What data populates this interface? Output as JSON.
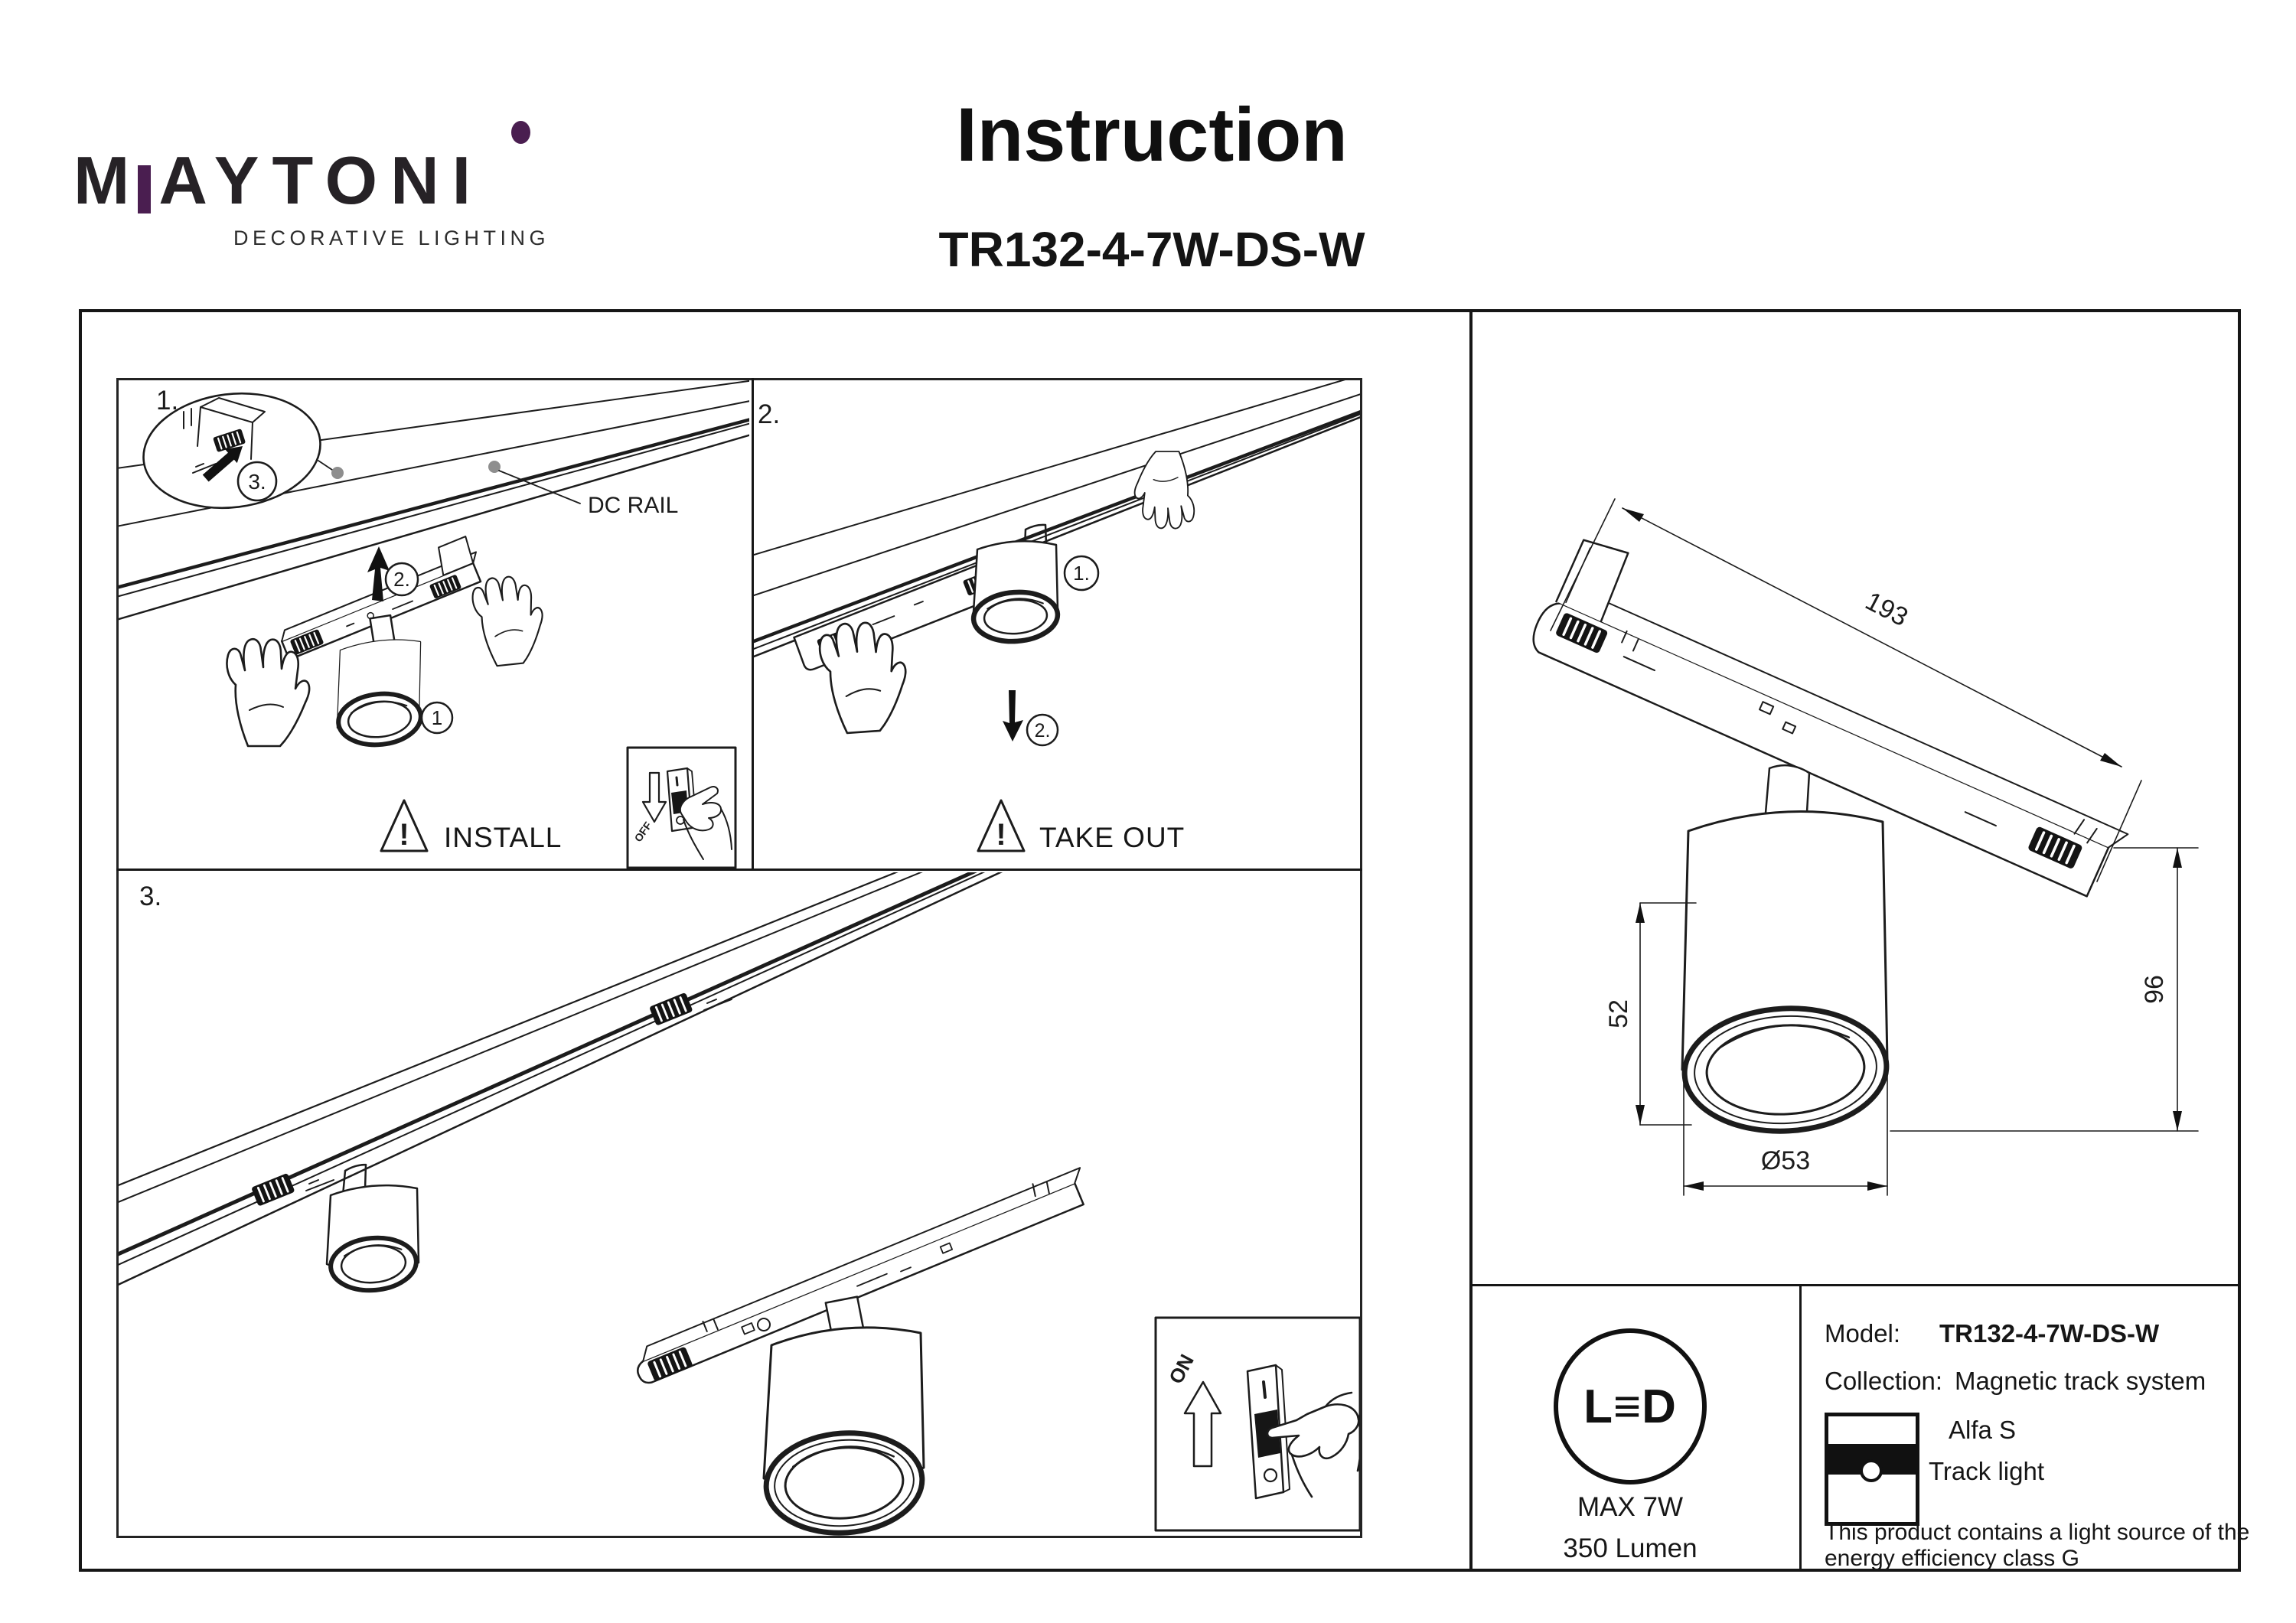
{
  "brand": {
    "logo_part1": "M",
    "logo_part2": "AYTONI",
    "tagline": "DECORATIVE LIGHTING",
    "accent_color": "#4a1e50"
  },
  "title": {
    "heading": "Instruction",
    "model": "TR132-4-7W-DS-W"
  },
  "steps": {
    "warning_mark": "!",
    "panel1": {
      "label": "1.",
      "detail_step": "3.",
      "rail_callout": "DC RAIL",
      "circle_lift": "2.",
      "circle_lamp": "1",
      "warning": "INSTALL",
      "switch": "OFF"
    },
    "panel2": {
      "label": "2.",
      "circle_lamp": "1.",
      "circle_pull": "2.",
      "warning": "TAKE OUT"
    },
    "panel3": {
      "label": "3.",
      "switch": "ON"
    }
  },
  "dims": {
    "length": "193",
    "total_height": "96",
    "body_height": "52",
    "diameter": "Ø53"
  },
  "spec": {
    "led_badge": "L≡D",
    "max_power": "MAX 7W",
    "flux": "350 Lumen",
    "model_label": "Model:",
    "model_value": "TR132-4-7W-DS-W",
    "collection_label": "Collection:",
    "collection_value": "Magnetic track system",
    "series": "Alfa S",
    "type": "Track light",
    "note1": "This product contains a light source of the",
    "note2": "energy efficiency class G"
  },
  "colors": {
    "ink": "#1c1c1c",
    "accent": "#4a1e50",
    "leader_dot": "#8e8e8e"
  }
}
